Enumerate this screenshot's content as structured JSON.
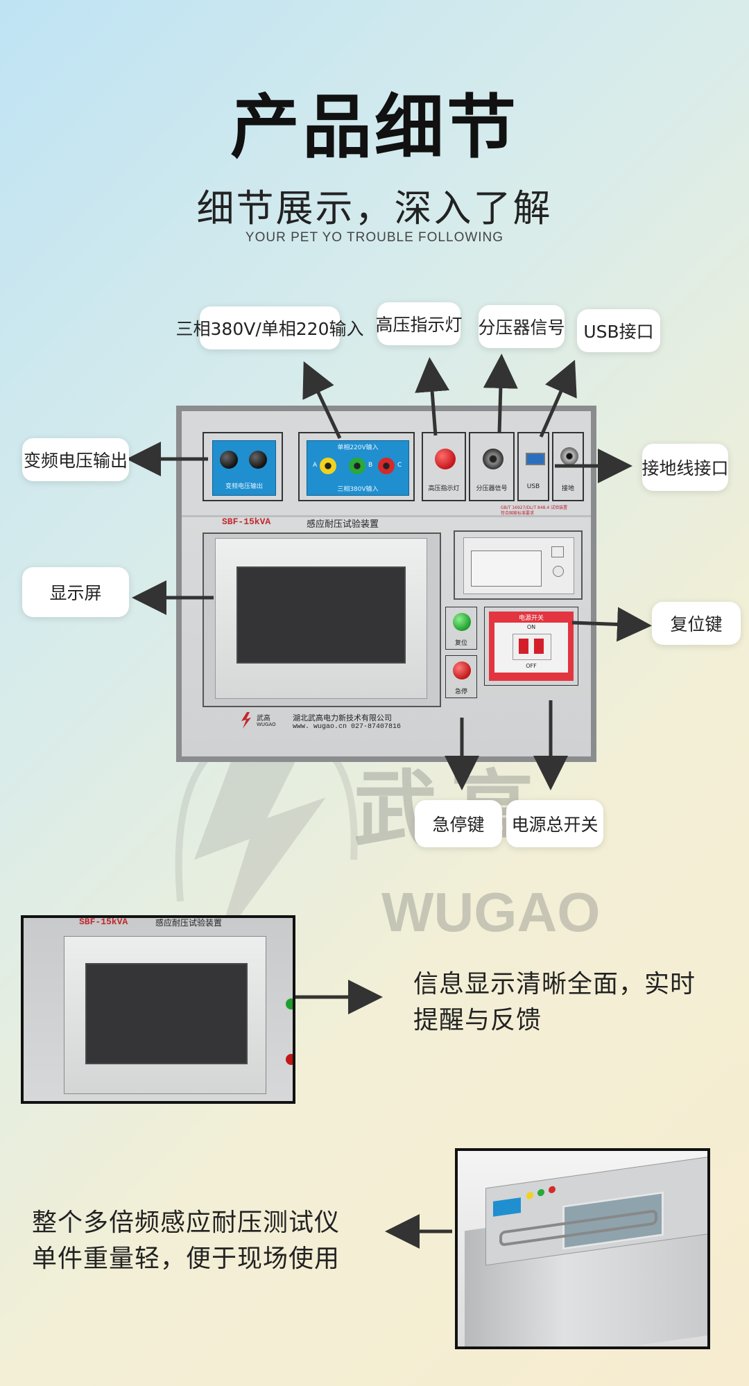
{
  "header": {
    "title": "产品细节",
    "subtitle": "细节展示，深入了解",
    "english": "YOUR PET YO TROUBLE FOLLOWING"
  },
  "callouts": {
    "input_380": "三相380V/单相220输入",
    "hv_light": "高压指示灯",
    "divider_signal": "分压器信号",
    "usb": "USB接口",
    "vf_output": "变频电压输出",
    "ground": "接地线接口",
    "display": "显示屏",
    "reset": "复位键",
    "estop": "急停键",
    "power_switch": "电源总开关"
  },
  "panel": {
    "vf_output_label": "变频电压输出",
    "input_top_label": "单相220V输入",
    "input_bottom_label": "三相380V输入",
    "phase_a": "A",
    "phase_b": "B",
    "phase_c": "C",
    "hv_light_label": "高压指示灯",
    "divider_label": "分压器信号",
    "usb_label": "USB",
    "ground_label": "接地",
    "model": "SBF-15kVA",
    "device_name": "感应耐压试验装置",
    "reset_label": "复位",
    "estop_label": "急停",
    "power_label": "电源开关",
    "on": "ON",
    "off": "OFF",
    "brand_cn": "武高",
    "brand_en": "WUGAO",
    "company": "湖北武高电力新技术有限公司",
    "contact": "www. wugao.cn   027-87407816",
    "std_note_1": "GB/T 16927/DL/T 848.4 试验装置",
    "std_note_2": "符合国家标准要求"
  },
  "watermark": {
    "cn": "武高",
    "en": "WUGAO",
    "reg": "®"
  },
  "section2": {
    "photo_model": "SBF-15kVA",
    "photo_name": "感应耐压试验装置",
    "text_line1": "信息显示清晰全面，实时",
    "text_line2": "提醒与反馈"
  },
  "section3": {
    "text_line1": "整个多倍频感应耐压测试仪",
    "text_line2": "单件重量轻，便于现场使用"
  },
  "colors": {
    "panel_blue": "#1f8fd0",
    "jack_yellow": "#f2d21c",
    "jack_green": "#2aa838",
    "jack_red": "#d62929",
    "switch_red": "#e23540"
  }
}
